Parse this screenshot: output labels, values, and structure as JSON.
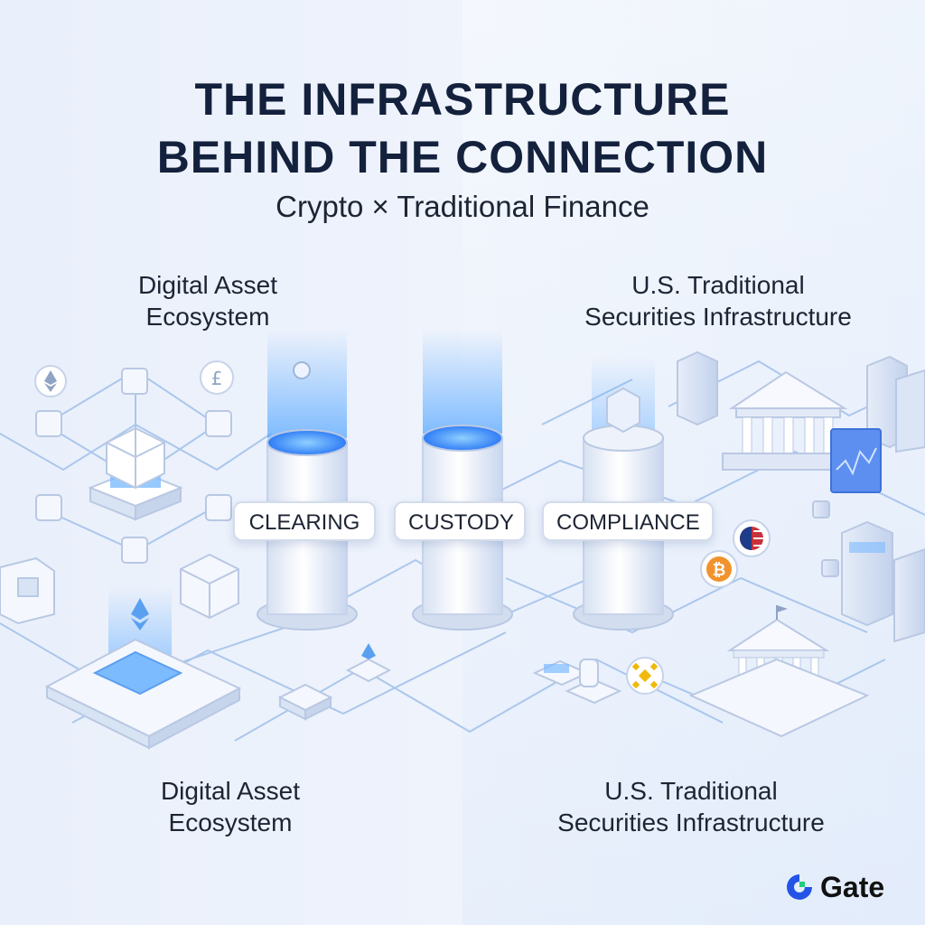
{
  "header": {
    "title_line1": "THE INFRASTRUCTURE",
    "title_line2": "BEHIND THE CONNECTION",
    "subtitle": "Crypto × Traditional Finance"
  },
  "regions": {
    "top_left": {
      "line1": "Digital Asset",
      "line2": "Ecosystem"
    },
    "top_right": {
      "line1": "U.S. Traditional",
      "line2": "Securities Infrastructure"
    },
    "bottom_left": {
      "line1": "Digital Asset",
      "line2": "Ecosystem"
    },
    "bottom_right": {
      "line1": "U.S. Traditional",
      "line2": "Securities Infrastructure"
    }
  },
  "pillars": [
    {
      "label": "CLEARING"
    },
    {
      "label": "CUSTODY"
    },
    {
      "label": "COMPLIANCE"
    }
  ],
  "icons": [
    "ethereum-icon",
    "pound-coin-icon",
    "bitcoin-icon",
    "binance-icon",
    "us-flag-icon",
    "bank-icon",
    "server-icon",
    "chart-monitor-icon"
  ],
  "brand": {
    "name": "Gate",
    "logo_color": "#2354e6"
  },
  "colors": {
    "title": "#14213d",
    "accent_blue": "#3b82f6",
    "glow": "#5aa9ff",
    "node_fill": "#f4f7fd",
    "node_stroke": "#b9c8e3"
  }
}
